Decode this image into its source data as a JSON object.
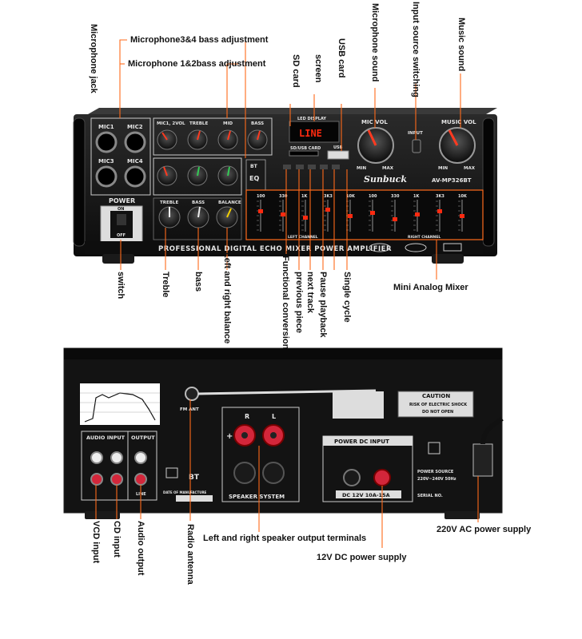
{
  "front": {
    "mic_labels": [
      "MIC1",
      "MIC2",
      "MIC3",
      "MIC4"
    ],
    "power_label": "POWER",
    "on_label": "ON",
    "off_label": "OFF",
    "eq_top_labels": [
      "MIC1, 2VOL",
      "TREBLE",
      "MID",
      "BASS"
    ],
    "eq_bottom_labels": [
      "TREBLE",
      "BASS",
      "BALANCE"
    ],
    "bt_label": "BT",
    "eq_label": "EQ",
    "led_display_label": "LED DISPLAY",
    "display_text": "LINE",
    "sd_usb_label": "SD/USB CARD",
    "usb_label": "USB",
    "mic_vol_label": "MIC VOL",
    "music_vol_label": "MUSIC VOL",
    "input_label": "INPUT",
    "min_label": "MIN",
    "max_label": "MAX",
    "brand": "Sunbuck",
    "model": "AV-MP326BT",
    "eq_freqs": [
      "100",
      "330",
      "1K",
      "3K3",
      "10K",
      "100",
      "330",
      "1K",
      "3K3",
      "10K"
    ],
    "left_channel": "LEFT CHANNEL",
    "right_channel": "RIGHT CHANNEL",
    "bottom_strip": "PROFESSIONAL DIGITAL ECHO MIXER POWER AMPLIFIER"
  },
  "rear": {
    "fm_ant": "FM ANT",
    "audio_input": "AUDIO INPUT",
    "output": "OUTPUT",
    "line": "LINE",
    "speaker_system": "SPEAKER SYSTEM",
    "power_dc_input": "POWER DC INPUT",
    "dc_spec": "DC 12V 10A-15A",
    "caution": "CAUTION",
    "caution_line1": "RISK OF ELECTRIC SHOCK",
    "caution_line2": "DO NOT OPEN",
    "power_source": "POWER SOURCE",
    "power_spec": "220V~240V 50Hz",
    "serial_no": "SERIAL NO.",
    "bt_label": "BT",
    "date_label": "DATE OF MANUFACTURE"
  },
  "callouts": {
    "mic34_bass": "Microphone3&4 bass adjustment",
    "mic12_bass": "Microphone 1&2bass adjustment",
    "mic_jack": "Microphone jack",
    "sd_card": "SD card",
    "screen": "screen",
    "usb_card": "USB card",
    "mic_sound": "Microphone sound",
    "input_switch": "Input source switching",
    "music_sound": "Music sound",
    "switch": "switch",
    "treble": "Treble",
    "bass": "bass",
    "balance": "Left and right balance",
    "func_conv": "Functional conversion",
    "prev_piece": "previous piece",
    "next_track": "next track",
    "pause": "Pause playback",
    "single_cycle": "Single cycle",
    "mini_mixer": "Mini Analog Mixer",
    "vcd_input": "VCD input",
    "cd_input": "CD input",
    "audio_output": "Audio output",
    "radio_antenna": "Radio antenna",
    "speaker_terminals": "Left and right speaker output terminals",
    "dc_supply": "12V DC power supply",
    "ac_supply": "220V AC power supply"
  },
  "colors": {
    "panel": "#111111",
    "leader": "#ff6a1a",
    "led": "#ff2a10",
    "terminal": "#d3263a"
  }
}
